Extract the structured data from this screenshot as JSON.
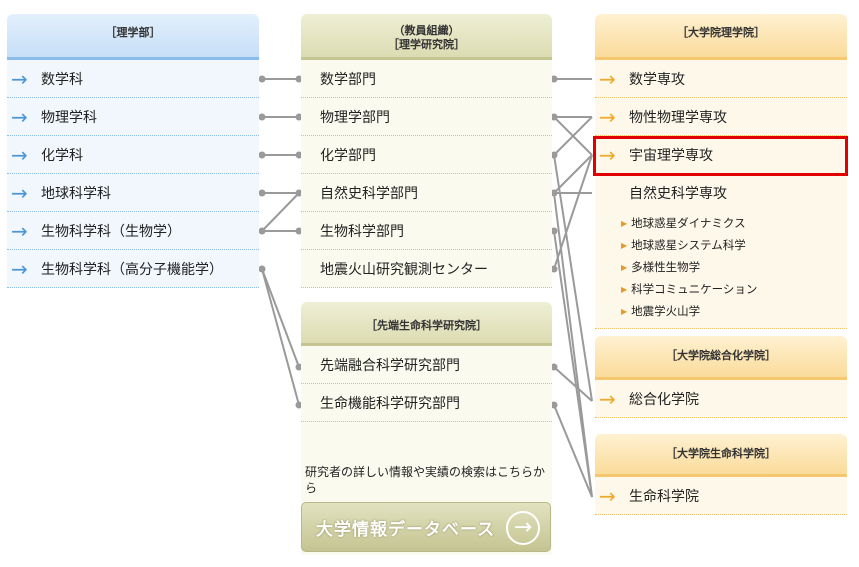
{
  "left": {
    "header": "［理学部］",
    "items": [
      "数学科",
      "物理学科",
      "化学科",
      "地球科学科",
      "生物科学科（生物学）",
      "生物科学科（高分子機能学）"
    ]
  },
  "middle": {
    "header_line1": "（教員組織）",
    "header_line2": "［理学研究院］",
    "items": [
      "数学部門",
      "物理学部門",
      "化学部門",
      "自然史科学部門",
      "生物科学部門",
      "地震火山研究観測センター"
    ],
    "header2": "［先端生命科学研究院］",
    "items2": [
      "先端融合科学研究部門",
      "生命機能科学研究部門"
    ],
    "note": "研究者の詳しい情報や実績の検索はこちらから",
    "db_button": "大学情報データベース"
  },
  "right": {
    "header": "［大学院理学院］",
    "items": [
      "数学専攻",
      "物性物理学専攻",
      "宇宙理学専攻"
    ],
    "nat_hist": "自然史科学専攻",
    "sub_items": [
      "地球惑星ダイナミクス",
      "地球惑星システム科学",
      "多様性生物学",
      "科学コミュニケーション",
      "地震学火山学"
    ],
    "header2": "［大学院総合化学院］",
    "item2": "総合化学院",
    "header3": "［大学院生命科学院］",
    "item3": "生命科学院"
  },
  "colors": {
    "blue_header": "#d4e8fb",
    "olive_header": "#e6e6c4",
    "orange_header": "#fde6b4",
    "highlight": "#e00000"
  }
}
